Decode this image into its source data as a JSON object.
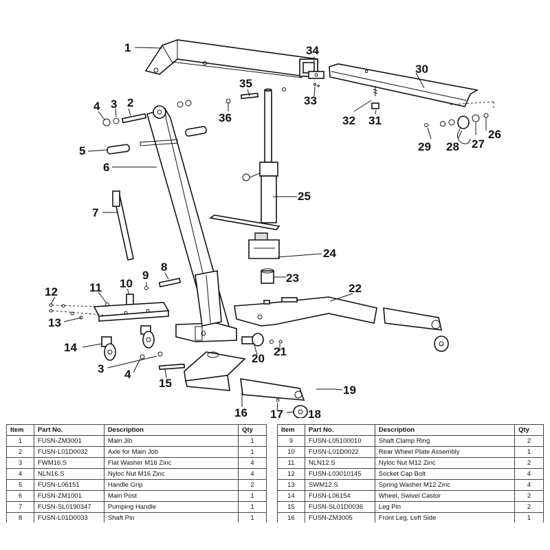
{
  "callouts": [
    {
      "id": "1",
      "label": "1"
    },
    {
      "id": "2",
      "label": "2"
    },
    {
      "id": "3a",
      "label": "3"
    },
    {
      "id": "3b",
      "label": "3"
    },
    {
      "id": "4a",
      "label": "4"
    },
    {
      "id": "4b",
      "label": "4"
    },
    {
      "id": "5",
      "label": "5"
    },
    {
      "id": "6",
      "label": "6"
    },
    {
      "id": "7",
      "label": "7"
    },
    {
      "id": "8",
      "label": "8"
    },
    {
      "id": "9",
      "label": "9"
    },
    {
      "id": "10",
      "label": "10"
    },
    {
      "id": "11",
      "label": "11"
    },
    {
      "id": "12",
      "label": "12"
    },
    {
      "id": "13",
      "label": "13"
    },
    {
      "id": "14",
      "label": "14"
    },
    {
      "id": "15",
      "label": "15"
    },
    {
      "id": "16",
      "label": "16"
    },
    {
      "id": "17",
      "label": "17"
    },
    {
      "id": "18",
      "label": "18"
    },
    {
      "id": "19",
      "label": "19"
    },
    {
      "id": "20",
      "label": "20"
    },
    {
      "id": "21",
      "label": "21"
    },
    {
      "id": "22",
      "label": "22"
    },
    {
      "id": "23",
      "label": "23"
    },
    {
      "id": "24",
      "label": "24"
    },
    {
      "id": "25",
      "label": "25"
    },
    {
      "id": "26",
      "label": "26"
    },
    {
      "id": "27",
      "label": "27"
    },
    {
      "id": "28",
      "label": "28"
    },
    {
      "id": "29",
      "label": "29"
    },
    {
      "id": "30",
      "label": "30"
    },
    {
      "id": "31",
      "label": "31"
    },
    {
      "id": "32",
      "label": "32"
    },
    {
      "id": "33",
      "label": "33"
    },
    {
      "id": "34",
      "label": "34"
    },
    {
      "id": "35",
      "label": "35"
    },
    {
      "id": "36",
      "label": "36"
    }
  ],
  "parts_table": {
    "headers": [
      "Item",
      "Part No.",
      "Description",
      "Qty"
    ],
    "left": [
      [
        "1",
        "FUSN-ZM3001",
        "Main Jib",
        "1"
      ],
      [
        "2",
        "FUSN-L01D0032",
        "Axle for Main Job",
        "1"
      ],
      [
        "3",
        "FWM16.S",
        "Flat Washer M16 Zinc",
        "4"
      ],
      [
        "4",
        "NLN16.S",
        "Nyloc Nut M16 Zinc",
        "4"
      ],
      [
        "5",
        "FUSN-L06151",
        "Handle Grip",
        "2"
      ],
      [
        "6",
        "FUSN-ZM1001",
        "Main Post",
        "1"
      ],
      [
        "7",
        "FUSN-SL0190347",
        "Pumping Handle",
        "1"
      ],
      [
        "8",
        "FUSN-L01D0033",
        "Shaft Pin",
        "1"
      ]
    ],
    "right": [
      [
        "9",
        "FUSN-L05100010",
        "Shaft Clamp Ring",
        "2"
      ],
      [
        "10",
        "FUSN-L01D0022",
        "Rear Wheel Plate Assembly",
        "1"
      ],
      [
        "11",
        "NLN12.S",
        "Nyloc Nut M12 Zinc",
        "2"
      ],
      [
        "12",
        "FUSN-L03010145",
        "Socket Cap Bolt",
        "4"
      ],
      [
        "13",
        "SWM12.S",
        "Spring Washer M12 Zinc",
        "4"
      ],
      [
        "14",
        "FUSN-L06154",
        "Wheel, Swivel Castor",
        "2"
      ],
      [
        "15",
        "FUSN-SL01D0036",
        "Leg Pin",
        "2"
      ],
      [
        "16",
        "FUSN-ZM3005",
        "Front Leg, Left Side",
        "1"
      ]
    ]
  }
}
